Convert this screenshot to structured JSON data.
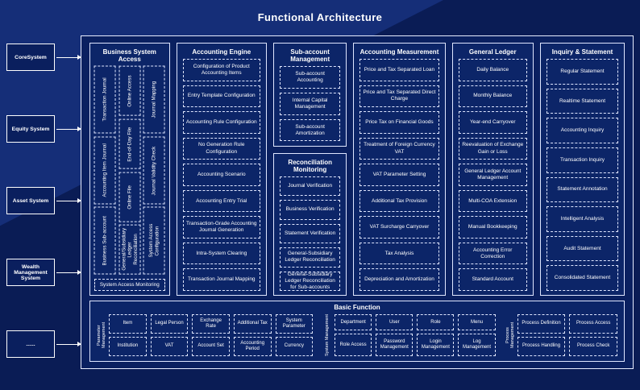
{
  "title": "Functional Architecture",
  "left_systems": [
    "CoreSystem",
    "Equity System",
    "Asset System",
    "Wealth Management System",
    "......"
  ],
  "business_system_access": {
    "title": "Business System Access",
    "col1": [
      "Transaction Journal",
      "Accounting Item Journal",
      "Business Sub-account"
    ],
    "col2": [
      "Online Access",
      "End-of-Day File",
      "Online File",
      "General/Subsidiary Ledger Reconciliation"
    ],
    "col3": [
      "Journal Mapping",
      "Journal Validity Check",
      "System Access Configuration"
    ],
    "footer": "System Access Monitoring"
  },
  "accounting_engine": {
    "title": "Accounting Engine",
    "items": [
      "Configuration of Product Accounting Items",
      "Entry Template Configuration",
      "Accounting Rule Configuration",
      "No Generation Rule Configuration",
      "Accounting Scenario",
      "Accounting Entry Trial",
      "Transaction-Grade Accounting Journal Generation",
      "Intra-System Clearing",
      "Transaction Journal Mapping"
    ]
  },
  "sub_account": {
    "title": "Sub-account Management",
    "items": [
      "Sub-account Accounting",
      "Internal Capital Management",
      "Sub-account Amortization"
    ]
  },
  "reconciliation": {
    "title": "Reconciliation Monitoring",
    "items": [
      "Journal Verification",
      "Business Verification",
      "Statement Verification",
      "General-Subsidiary Ledger Reconciliation",
      "General-Subsidiary Ledger Reconciliation for Sub-accounts"
    ]
  },
  "accounting_measurement": {
    "title": "Accounting Measurement",
    "items": [
      "Price and Tax Separated Loan",
      "Price and Tax Separated Direct Charge",
      "Price Tax on Financial Goods",
      "Treatment of Foreign Currency VAT",
      "VAT Parameter Setting",
      "Additional Tax Provision",
      "VAT Surcharge Carryover",
      "Tax Analysis",
      "Depreciation and Amortization"
    ]
  },
  "general_ledger": {
    "title": "General Ledger",
    "items": [
      "Daily Balance",
      "Monthly Balance",
      "Year-end Carryover",
      "Reevaluation of Exchange Gain or Loss",
      "General Ledger Account Management",
      "Multi-COA Extension",
      "Manual Bookkeeping",
      "Accounting Error Correction",
      "Standard Account"
    ]
  },
  "inquiry_statement": {
    "title": "Inquiry & Statement",
    "items": [
      "Regular Statement",
      "Realtime Statement",
      "Accounting Inquiry",
      "Transaction Inquiry",
      "Statement Annotation",
      "Intelligent Analysis",
      "Audit Statement",
      "Consolidated Statement"
    ]
  },
  "basic_function": {
    "title": "Basic Function",
    "groups": [
      {
        "label": "Parameter Management",
        "items": [
          "Item",
          "Legal Person",
          "Exchange Rate",
          "Additional Tax",
          "System Parameter",
          "Institution",
          "VAT",
          "Account Set",
          "Accounting Period",
          "Currency"
        ]
      },
      {
        "label": "System Management",
        "items": [
          "Department",
          "User",
          "Role",
          "Menu",
          "Role Access",
          "Password Management",
          "Login Management",
          "Log Management"
        ]
      },
      {
        "label": "Process Management",
        "items": [
          "Process Definition",
          "Process Access",
          "Process Handling",
          "Process Check"
        ]
      }
    ]
  }
}
